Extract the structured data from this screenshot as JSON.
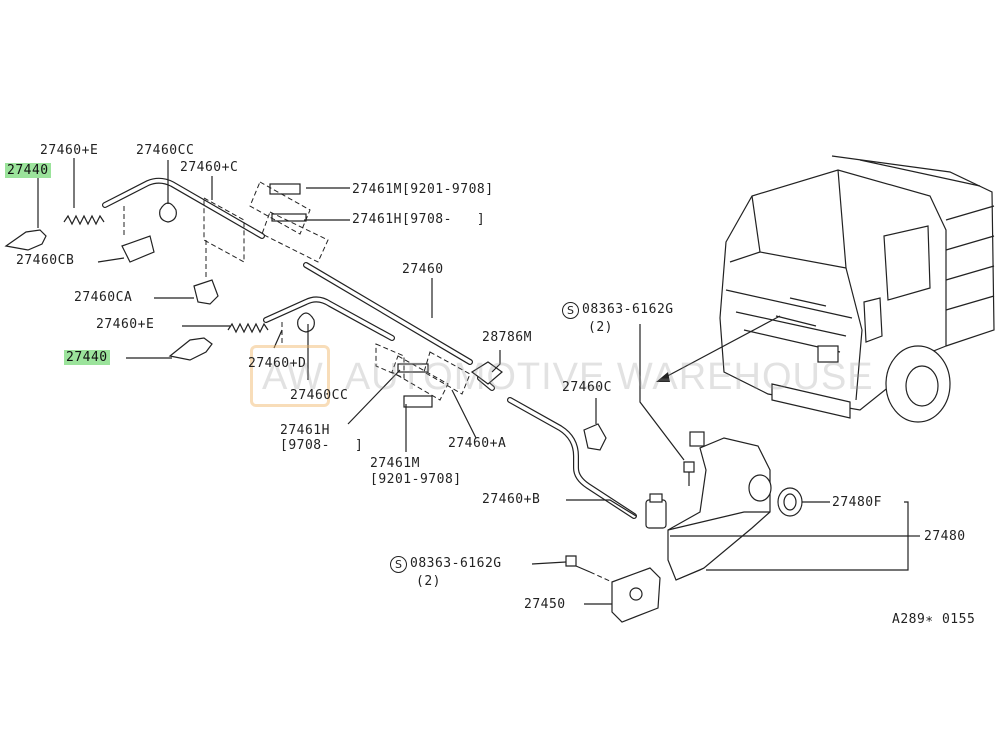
{
  "labels": {
    "p27460E_top": "27460+E",
    "p27460CC_top": "27460CC",
    "p27440_top": "27440",
    "p27460C_top": "27460+C",
    "p27461M_top": "27461M[9201-9708]",
    "p27461H_top": "27461H[9708-   ]",
    "p27460CB": "27460CB",
    "p27460": "27460",
    "p27460CA": "27460CA",
    "p27460E_mid": "27460+E",
    "p27440_mid": "27440",
    "p27460D": "27460+D",
    "p28786M": "28786M",
    "p27460CC_mid": "27460CC",
    "p27461H_mid": "27461H",
    "p27461H_mid_range": "[9708-   ]",
    "p27460A": "27460+A",
    "p27461M_mid": "27461M",
    "p27461M_mid_range": "[9201-9708]",
    "p27460B": "27460+B",
    "p08363_top": "08363-6162G",
    "p08363_top_qty": "(2)",
    "p27460C_right": "27460C",
    "p27480F": "27480F",
    "p27480": "27480",
    "p08363_bot": "08363-6162G",
    "p08363_bot_qty": "(2)",
    "p27450": "27450",
    "diagram_code": "A289∗ 0155"
  },
  "watermark": "AW  AUTOMOTIVE WAREHOUSE",
  "screw_symbol": "S",
  "colors": {
    "highlight": "#9be39b",
    "line": "#222222"
  }
}
